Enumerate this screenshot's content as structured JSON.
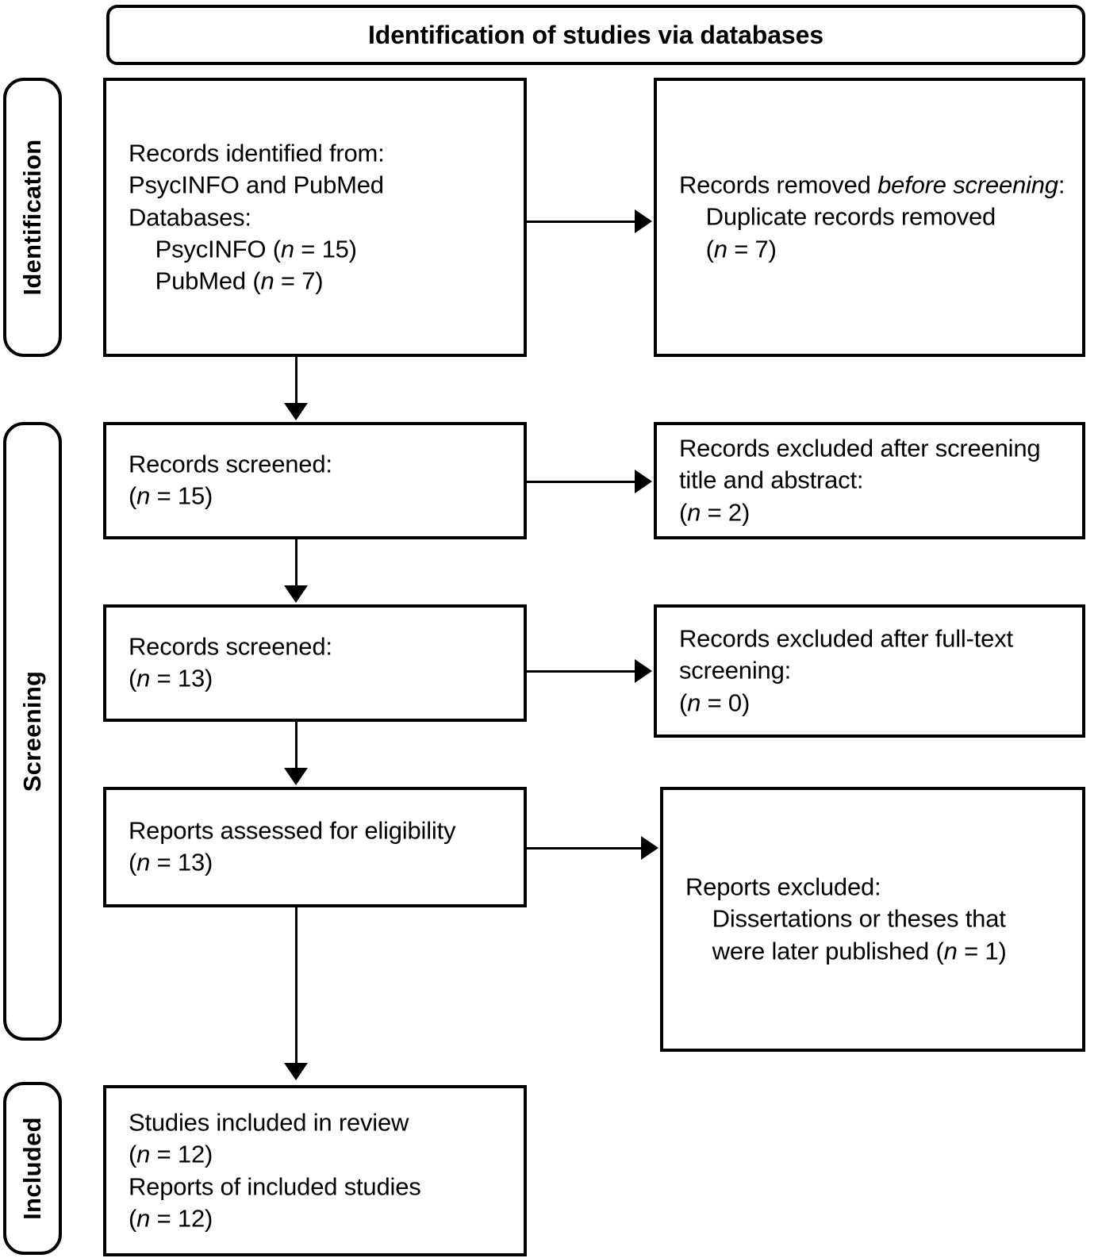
{
  "banner": {
    "title": "Identification of studies via databases"
  },
  "stages": [
    {
      "id": "identification",
      "label": "Identification"
    },
    {
      "id": "screening",
      "label": "Screening"
    },
    {
      "id": "included",
      "label": "Included"
    }
  ],
  "boxes": {
    "records_identified": {
      "name": "records-identified-box",
      "lines": [
        {
          "text": "Records identified from:"
        },
        {
          "text": "PsycINFO and PubMed"
        },
        {
          "text": "Databases:"
        },
        {
          "indent": true,
          "text": "PsycINFO (",
          "italic_n": "n",
          "tail": " = 15)"
        },
        {
          "indent": true,
          "text": "PubMed (",
          "italic_n": "n",
          "tail": " = 7)"
        }
      ],
      "plain": "Records identified from:\nPsycINFO and PubMed\nDatabases:\n    PsycINFO (n = 15)\n    PubMed (n = 7)"
    },
    "records_removed": {
      "name": "records-removed-box",
      "plain": "Records removed before screening:\n    Duplicate records removed\n    (n = 7)"
    },
    "records_screened_1": {
      "name": "records-screened-15-box",
      "plain": "Records screened:\n(n = 15)"
    },
    "records_excluded_1": {
      "name": "records-excluded-title-abstract-box",
      "plain": "Records excluded after screening title and abstract:\n(n = 2)"
    },
    "records_screened_2": {
      "name": "records-screened-13-box",
      "plain": "Records screened:\n(n = 13)"
    },
    "records_excluded_2": {
      "name": "records-excluded-fulltext-box",
      "plain": "Records excluded after full-text screening:\n(n = 0)"
    },
    "reports_assessed": {
      "name": "reports-assessed-box",
      "plain": "Reports assessed for eligibility\n(n = 13)"
    },
    "reports_excluded": {
      "name": "reports-excluded-box",
      "plain": "Reports excluded:\n    Dissertations or theses that\n    were later published (n = 1)"
    },
    "studies_included": {
      "name": "studies-included-box",
      "plain": "Studies included in review\n(n = 12)\nReports of included studies\n(n = 12)"
    }
  },
  "counts": {
    "psycinfo": 15,
    "pubmed": 7,
    "duplicates_removed": 7,
    "screened_first": 15,
    "excluded_title_abstract": 2,
    "screened_second": 13,
    "excluded_fulltext": 0,
    "assessed_eligibility": 13,
    "reports_excluded": 1,
    "studies_included": 12,
    "reports_included": 12
  },
  "colors": {
    "stroke": "#000000",
    "fill": "#ffffff",
    "text": "#000000"
  }
}
